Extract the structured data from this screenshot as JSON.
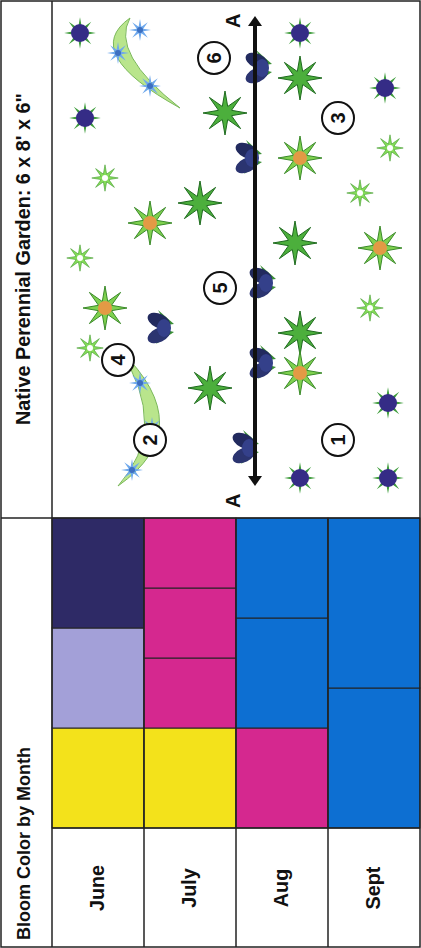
{
  "diagram": {
    "nodes": [
      {
        "text": [
          "1"
        ]
      },
      {
        "text": [
          "2"
        ]
      },
      {
        "text": [
          "3"
        ]
      },
      {
        "text": [
          "4"
        ]
      },
      {
        "text": [
          "5"
        ]
      },
      {
        "text": [
          "6"
        ]
      }
    ],
    "labels": [
      "Bloom Color by Month",
      "Native Perennial Garden: 6 x 8' x 6\"",
      "June",
      "July",
      "Aug",
      "Sept",
      "A",
      "A"
    ]
  }
}
